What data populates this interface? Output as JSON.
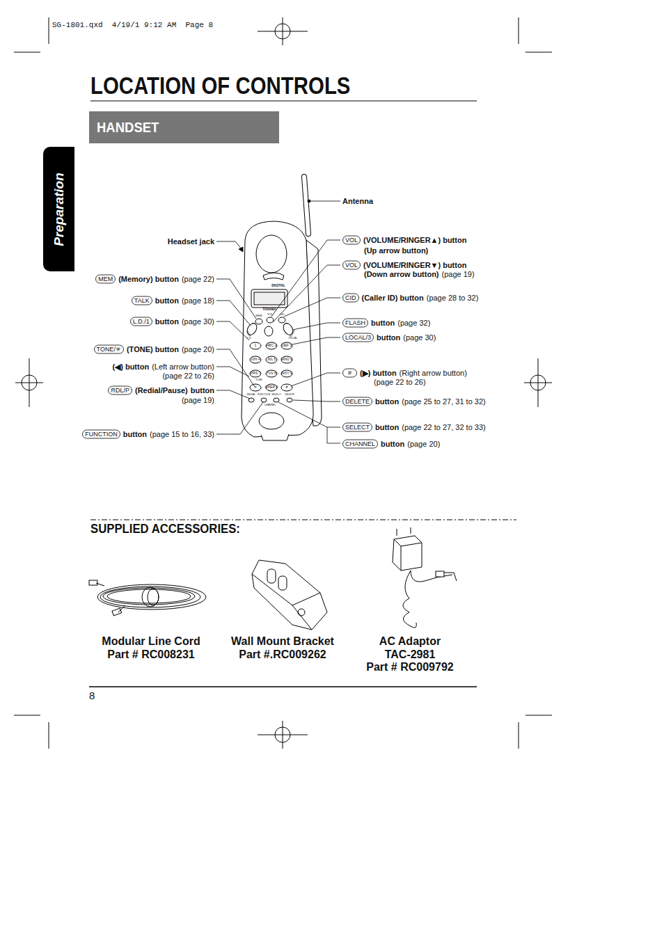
{
  "diagram": {
    "title": "LOCATION OF CONTROLS",
    "nodes": [
      {
        "text": [
          "HANDSET"
        ]
      },
      {
        "text": [
          "Preparation"
        ]
      },
      {
        "text": [
          "MEM"
        ]
      },
      {
        "text": [
          "TALK"
        ]
      },
      {
        "text": [
          "L.D./1"
        ]
      },
      {
        "text": [
          "TONE/✳"
        ]
      },
      {
        "text": [
          "RDL/P"
        ]
      },
      {
        "text": [
          "FUNCTION"
        ]
      },
      {
        "text": [
          "VOL"
        ]
      },
      {
        "text": [
          "VOL"
        ]
      },
      {
        "text": [
          "CID"
        ]
      },
      {
        "text": [
          "FLASH"
        ]
      },
      {
        "text": [
          "LOCAL/3"
        ]
      },
      {
        "text": [
          "#"
        ]
      },
      {
        "text": [
          "DELETE"
        ]
      },
      {
        "text": [
          "SELECT"
        ]
      },
      {
        "text": [
          "CHANNEL"
        ]
      }
    ],
    "edges": [],
    "labels": [
      "SG-1801.qxd  4/19/1 9:12 AM  Page 8",
      "Antenna",
      "Headset jack",
      "(Memory) button",
      "(page 22)",
      "button",
      "(page 18)",
      "button",
      "(page 30)",
      "(TONE) button",
      "(page 20)",
      "(◀) button",
      "(Left arrow button)",
      "(page 22 to 26)",
      "(Redial/Pause)",
      "button",
      "(page 19)",
      "button",
      "(page 15 to 16, 33)",
      "(VOLUME/RINGER▲) button",
      "(Up arrow button)",
      "(VOLUME/RINGER▼) button",
      "(Down arrow button)",
      "(page 19)",
      "(Caller ID) button",
      "(page 28 to 32)",
      "button",
      "(page 32)",
      "button",
      "(page 30)",
      "(▶) button",
      "(Right arrow button)",
      "(page 22 to 26)",
      "button",
      "(page 25 to 27, 31 to 32)",
      "button",
      "(page 22 to 27, 32 to 33)",
      "button",
      "(page 20)",
      "SUPPLIED ACCESSORIES:",
      "Modular Line Cord",
      "Part # RC008231",
      "Wall Mount Bracket",
      "Part #.RC009262",
      "AC Adaptor",
      "TAC-2981",
      "Part # RC009792",
      "8",
      "TOSHIBA",
      "DIGITAL",
      "MEM",
      "VOL",
      "CID",
      "TALK",
      "FLASH",
      "L.D.",
      "LOCAL",
      "1",
      "ABC 2",
      "DEF 3",
      "GHI 4",
      "JKL 5",
      "MNO 6",
      "PRS 7",
      "TUV 8",
      "WXY 9",
      "✳",
      "OPER 0",
      "#",
      "TONE",
      "REDIAL",
      "FUNCTION",
      "SELECT",
      "DELETE",
      "CHANNEL"
    ]
  }
}
